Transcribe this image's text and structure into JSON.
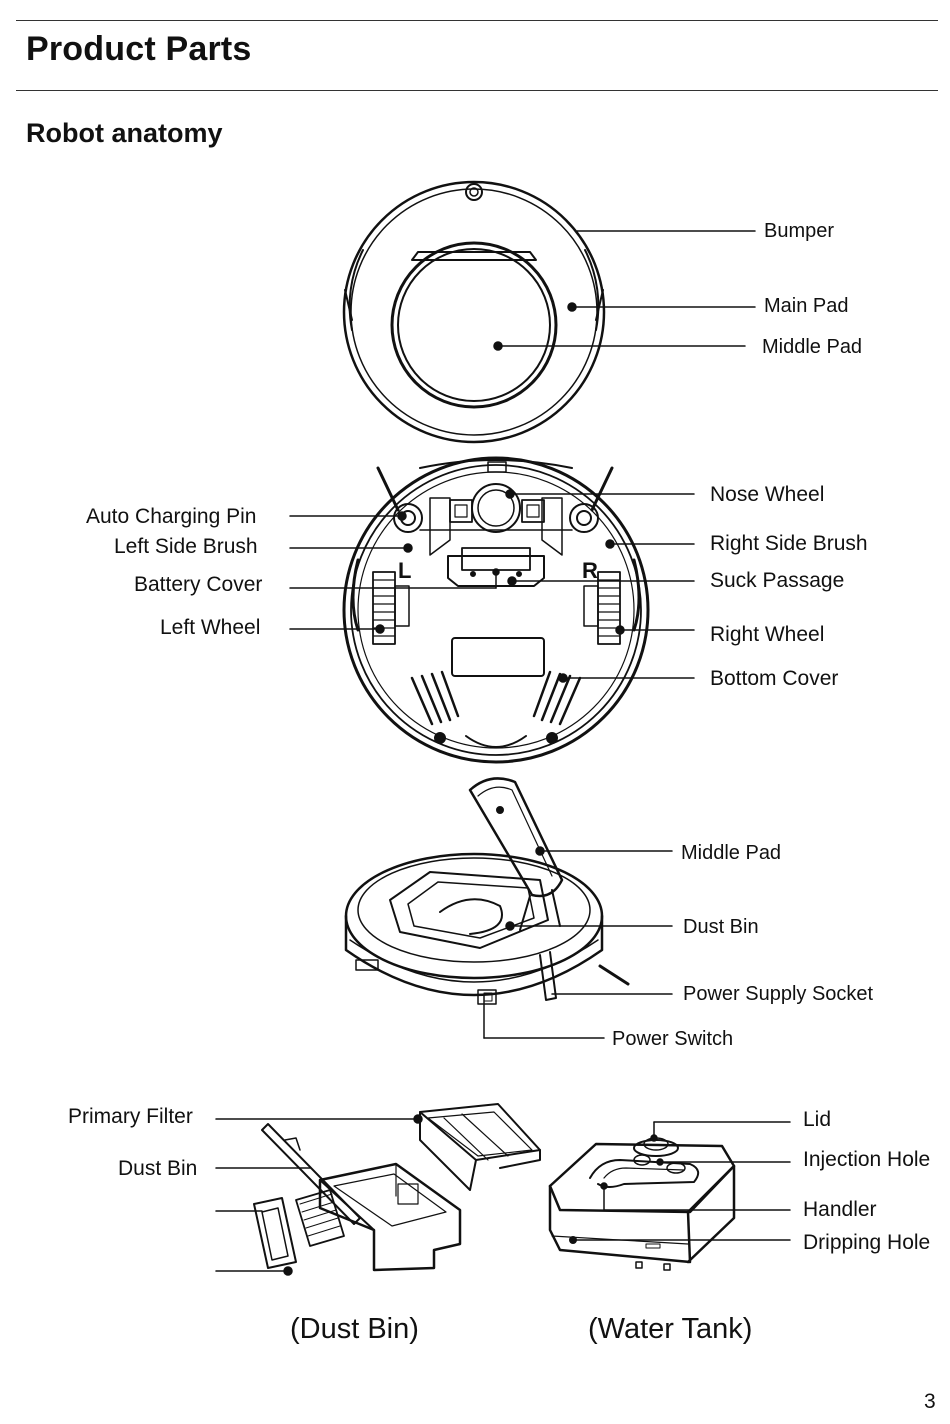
{
  "page": {
    "title": "Product Parts",
    "subtitle": "Robot anatomy",
    "page_number": "3"
  },
  "top_view": {
    "bumper": "Bumper",
    "main_pad": "Main Pad",
    "middle_pad": "Middle Pad"
  },
  "bottom_view": {
    "left": [
      "Auto Charging Pin",
      "Left Side Brush",
      "Battery Cover",
      "Left Wheel"
    ],
    "right": [
      "Nose Wheel",
      "Right Side Brush",
      "Suck Passage",
      "Right Wheel",
      "Bottom Cover"
    ],
    "marks": {
      "left": "L",
      "right": "R"
    }
  },
  "open_view": {
    "middle_pad": "Middle Pad",
    "dust_bin": "Dust Bin",
    "power_supply_socket": "Power Supply Socket",
    "power_switch": "Power Switch"
  },
  "dust_bin_view": {
    "primary_filter": "Primary Filter",
    "dust_bin": "Dust Bin",
    "caption": "(Dust Bin)"
  },
  "water_tank_view": {
    "lid": "Lid",
    "injection_hole": "Injection Hole",
    "handler": "Handler",
    "dripping_hole": "Dripping Hole",
    "caption": "(Water Tank)"
  }
}
